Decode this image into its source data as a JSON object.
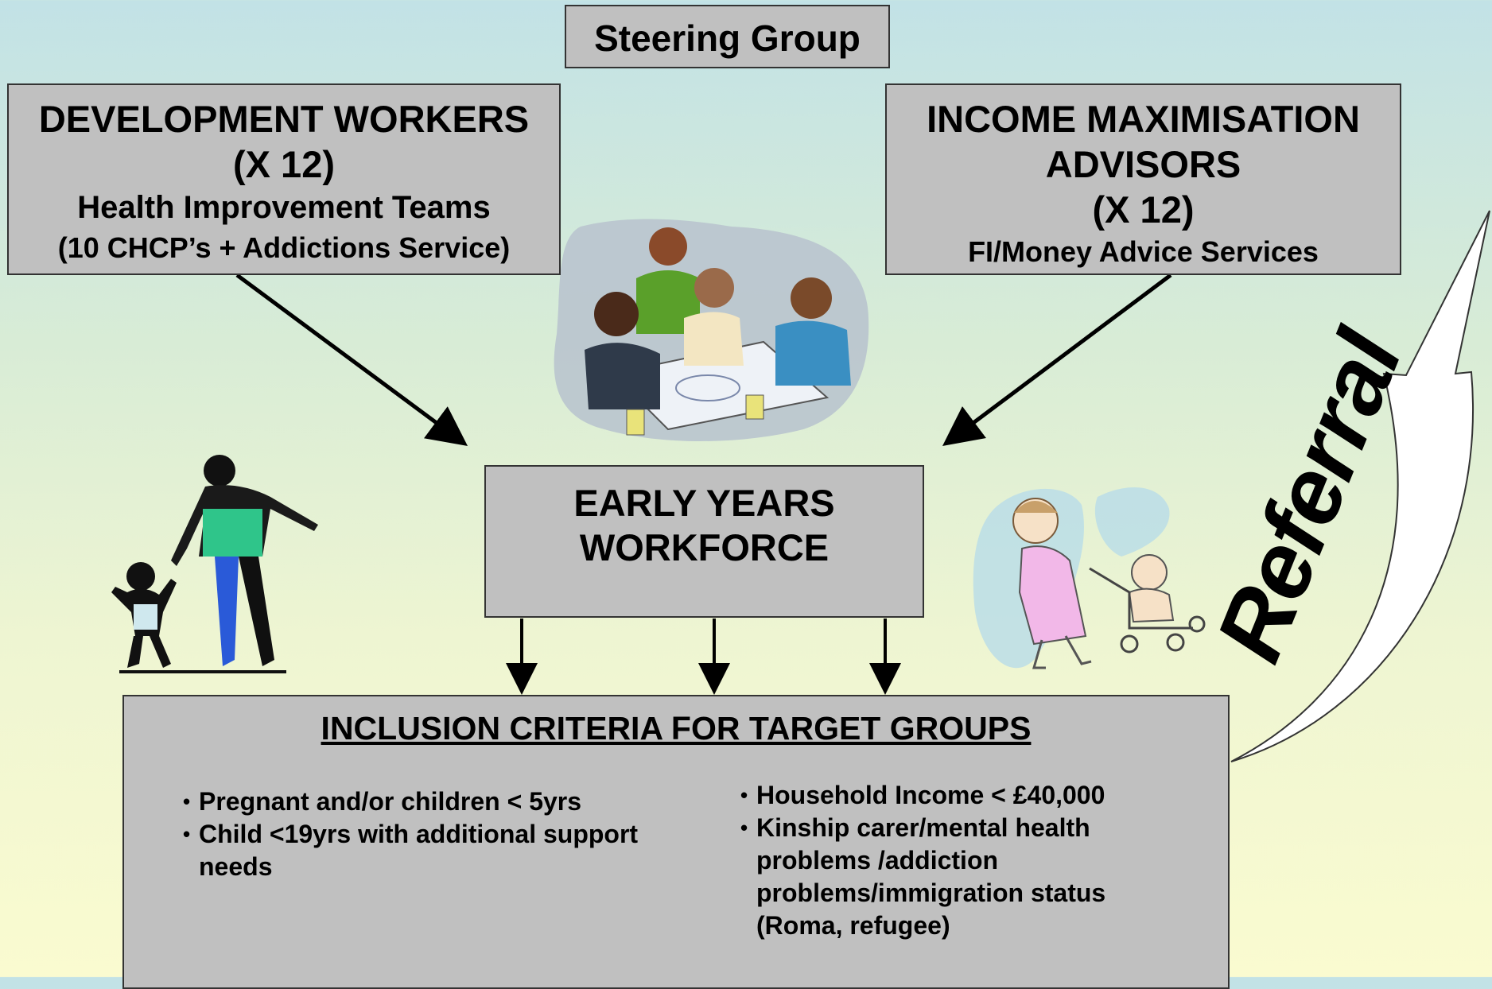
{
  "steering_group": {
    "label": "Steering Group"
  },
  "development_workers": {
    "line1": "DEVELOPMENT WORKERS",
    "line2": "(X 12)",
    "line3": "Health Improvement Teams",
    "line4": "(10 CHCP’s + Addictions Service)"
  },
  "income_advisors": {
    "line1": "INCOME MAXIMISATION",
    "line2": "ADVISORS",
    "line3": "(X 12)",
    "line4": "FI/Money Advice Services"
  },
  "early_years": {
    "line1": "EARLY YEARS",
    "line2": "WORKFORCE"
  },
  "inclusion": {
    "title": "INCLUSION CRITERIA FOR TARGET GROUPS",
    "left_items": [
      "Pregnant and/or children < 5yrs",
      "Child <19yrs with additional support needs"
    ],
    "right_items": [
      "Household Income < £40,000",
      "Kinship carer/mental health problems /addiction problems/immigration status (Roma, refugee)"
    ]
  },
  "referral": {
    "label": "Referral"
  },
  "illustrations": [
    "meeting-group-clipart",
    "mother-toddler-clipart",
    "woman-pram-clipart"
  ]
}
